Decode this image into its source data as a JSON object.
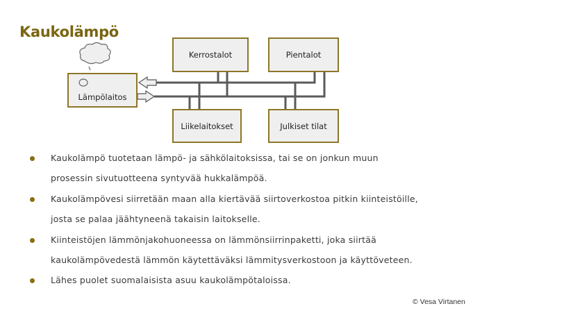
{
  "title": "Kaukolämpö",
  "diagram": {
    "plant": "Lämpölaitos",
    "consumers": [
      "Kerrostalot",
      "Pientalot",
      "Liikelaitokset",
      "Julkiset tilat"
    ]
  },
  "bullets": [
    {
      "lines": [
        "Kaukolämpö tuotetaan lämpö- ja sähkölaitoksissa, tai se on jonkun muun",
        "prosessin sivutuotteena syntyvää hukkalämpöä."
      ]
    },
    {
      "lines": [
        "Kaukolämpövesi siirretään maan alla kiertävää siirtoverkostoa pitkin kiinteistöille,",
        "josta se palaa jäähtyneenä takaisin laitokselle."
      ]
    },
    {
      "lines": [
        "Kiinteistöjen lämmönjakohuoneessa on lämmönsiirrinpaketti, joka siirtää",
        "kaukolämpövedestä lämmön käytettäväksi lämmitysverkostoon ja käyttöveteen."
      ]
    },
    {
      "lines": [
        "Lähes puolet suomalaisista asuu kaukolämpötaloissa."
      ]
    }
  ],
  "copyright": "© Vesa Virtanen",
  "colors": {
    "accent": "#7a6512",
    "pipe": "#5a5a5a",
    "box_fill": "#efefef"
  }
}
